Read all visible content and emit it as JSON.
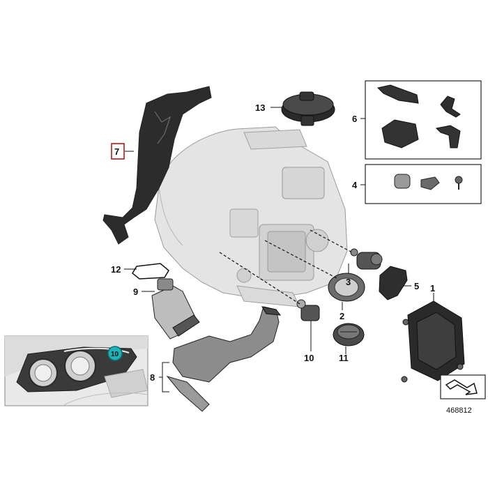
{
  "callouts": {
    "c1": "1",
    "c2": "2",
    "c3": "3",
    "c4": "4",
    "c5": "5",
    "c6": "6",
    "c7": "7",
    "c8": "8",
    "c9": "9",
    "c10": "10",
    "c11": "11",
    "c12": "12",
    "c13": "13"
  },
  "inset_callout": "10",
  "figure_number": "468812",
  "colors": {
    "highlight_box": "#c0141c",
    "inset_badge": "#1fb3b8",
    "part_dark": "#2c2c2c",
    "housing_ghost": "#e4e4e4"
  }
}
